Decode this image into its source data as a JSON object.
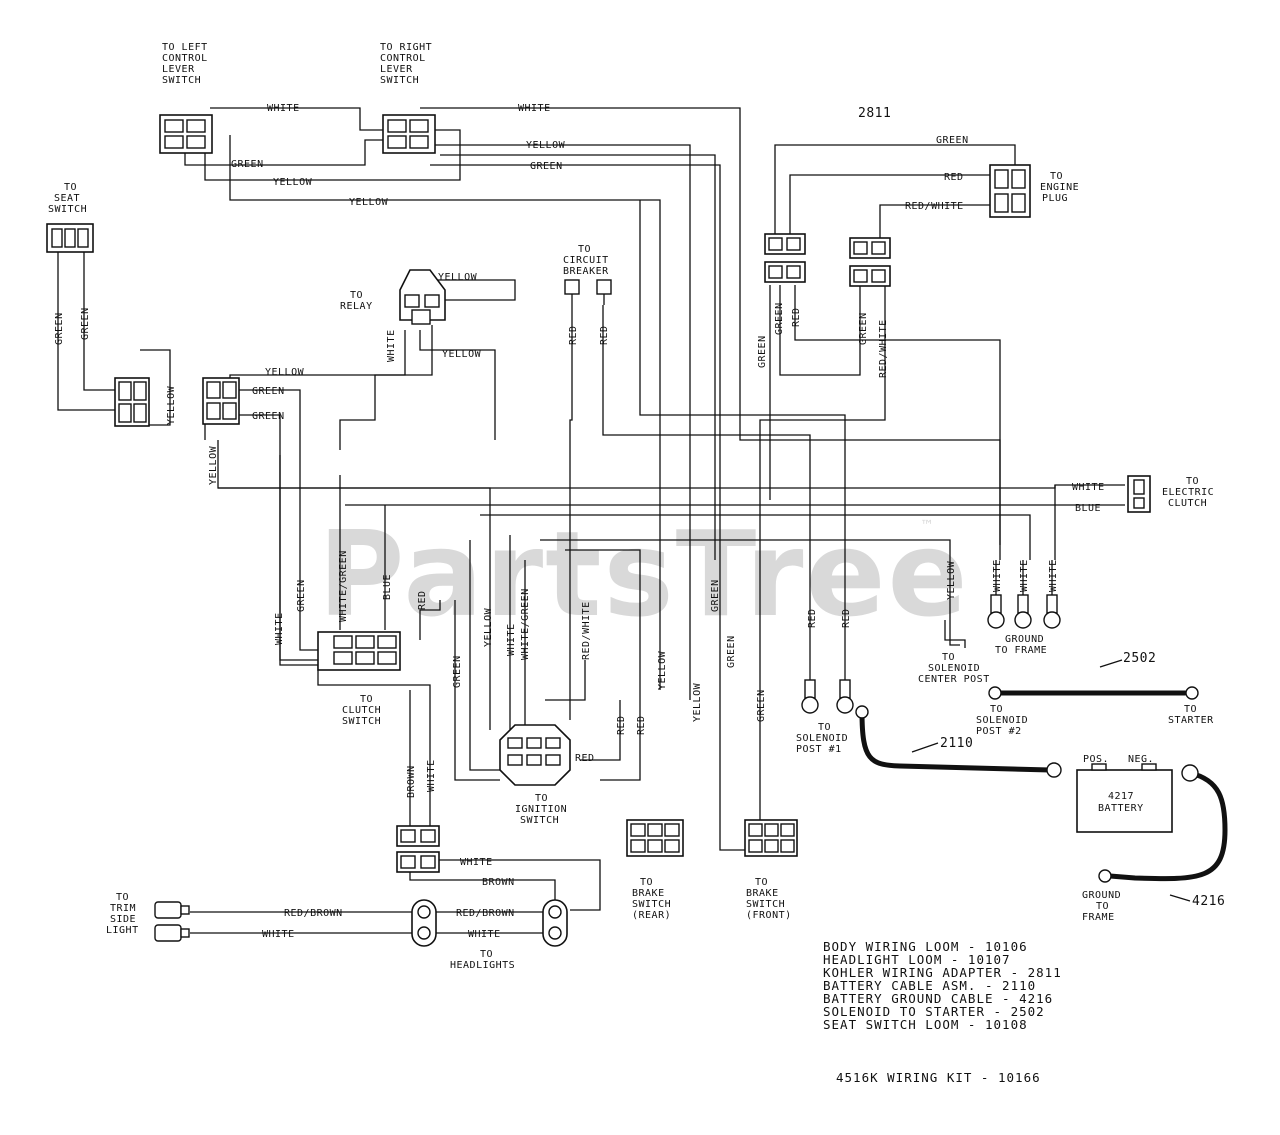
{
  "watermark": {
    "text": "PartsTree",
    "tm": "™"
  },
  "part_numbers": {
    "kohler_adapter": "2811",
    "starter_cable": "2502",
    "battery_cable": "2110",
    "ground_cable": "4216"
  },
  "labels": {
    "left_control": [
      "TO LEFT",
      "CONTROL",
      "LEVER",
      "SWITCH"
    ],
    "right_control": [
      "TO RIGHT",
      "CONTROL",
      "LEVER",
      "SWITCH"
    ],
    "seat_switch": [
      "TO",
      "SEAT",
      "SWITCH"
    ],
    "relay": [
      "TO",
      "RELAY"
    ],
    "circuit_breaker": [
      "TO",
      "CIRCUIT",
      "BREAKER"
    ],
    "engine_plug": [
      "TO",
      "ENGINE",
      "PLUG"
    ],
    "electric_clutch": [
      "TO",
      "ELECTRIC",
      "CLUTCH"
    ],
    "ground_frame": [
      "GROUND",
      "TO FRAME"
    ],
    "solenoid_center": [
      "TO",
      "SOLENOID",
      "CENTER POST"
    ],
    "solenoid_post2": [
      "TO",
      "SOLENOID",
      "POST #2"
    ],
    "starter": [
      "TO",
      "STARTER"
    ],
    "solenoid_post1": [
      "TO",
      "SOLENOID",
      "POST #1"
    ],
    "clutch_switch": [
      "TO",
      "CLUTCH",
      "SWITCH"
    ],
    "ignition_switch": [
      "TO",
      "IGNITION",
      "SWITCH"
    ],
    "brake_rear": [
      "TO",
      "BRAKE",
      "SWITCH",
      "(REAR)"
    ],
    "brake_front": [
      "TO",
      "BRAKE",
      "SWITCH",
      "(FRONT)"
    ],
    "trim_light": [
      "TO",
      "TRIM",
      "SIDE",
      "LIGHT"
    ],
    "headlights": [
      "TO",
      "HEADLIGHTS"
    ],
    "battery_ground": [
      "GROUND",
      "TO",
      "FRAME"
    ]
  },
  "battery": {
    "pos": "POS.",
    "neg": "NEG.",
    "model": "4217",
    "name": "BATTERY"
  },
  "wire_colors": {
    "white": "WHITE",
    "green": "GREEN",
    "yellow": "YELLOW",
    "red": "RED",
    "red_white": "RED/WHITE",
    "blue": "BLUE",
    "white_green": "WHITE/GREEN",
    "brown": "BROWN",
    "red_brown": "RED/BROWN"
  },
  "legend": [
    "BODY WIRING LOOM - 10106",
    "HEADLIGHT LOOM - 10107",
    "KOHLER WIRING ADAPTER - 2811",
    "BATTERY CABLE ASM. - 2110",
    "BATTERY GROUND CABLE - 4216",
    "SOLENOID TO STARTER - 2502",
    "SEAT SWITCH LOOM - 10108"
  ],
  "kit_title": "4516K WIRING KIT - 10166"
}
